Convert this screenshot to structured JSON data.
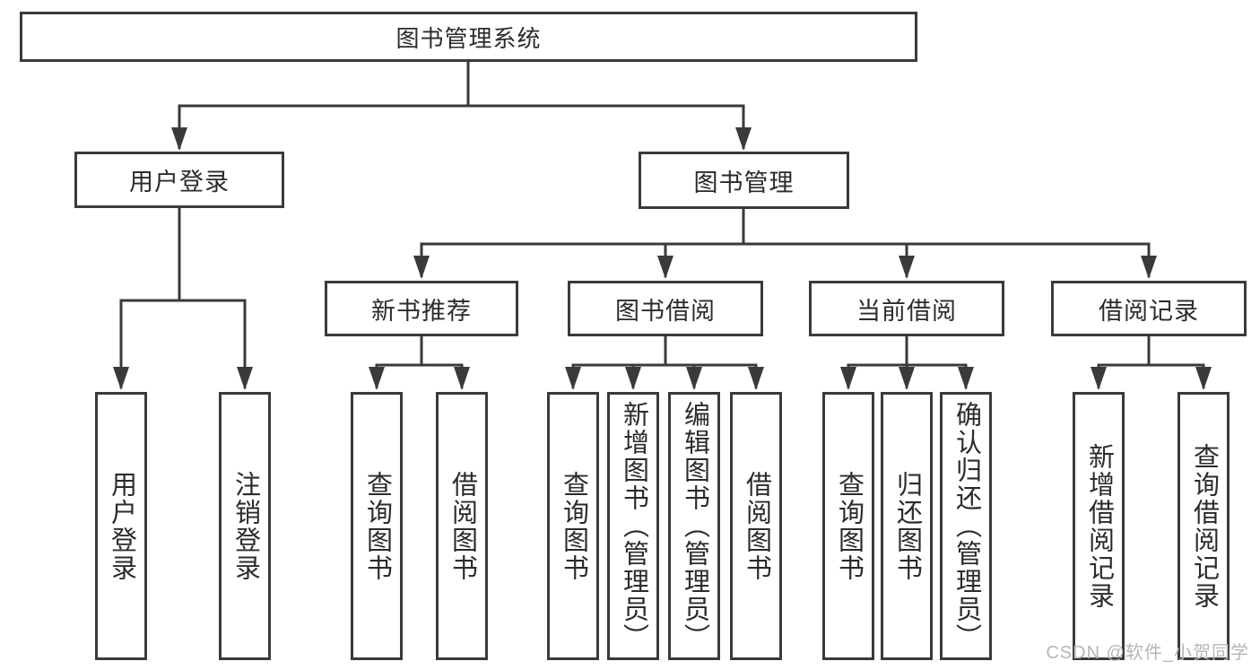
{
  "diagram": {
    "title": "图书管理系统",
    "root": {
      "label": "图书管理系统"
    },
    "level2": [
      {
        "id": "user-login",
        "label": "用户登录"
      },
      {
        "id": "book-management",
        "label": "图书管理"
      }
    ],
    "level3": [
      {
        "id": "new-book-recommend",
        "parent": "图书管理",
        "label": "新书推荐"
      },
      {
        "id": "book-borrowing",
        "parent": "图书管理",
        "label": "图书借阅"
      },
      {
        "id": "current-borrowing",
        "parent": "图书管理",
        "label": "当前借阅"
      },
      {
        "id": "borrowing-records",
        "parent": "图书管理",
        "label": "借阅记录"
      }
    ],
    "leaves": [
      {
        "parent": "用户登录",
        "label": "用户登录"
      },
      {
        "parent": "用户登录",
        "label": "注销登录"
      },
      {
        "parent": "新书推荐",
        "label": "查询图书"
      },
      {
        "parent": "新书推荐",
        "label": "借阅图书"
      },
      {
        "parent": "图书借阅",
        "label": "查询图书"
      },
      {
        "parent": "图书借阅",
        "label": "新增图书（管理员）"
      },
      {
        "parent": "图书借阅",
        "label": "编辑图书（管理员）"
      },
      {
        "parent": "图书借阅",
        "label": "借阅图书"
      },
      {
        "parent": "当前借阅",
        "label": "查询图书"
      },
      {
        "parent": "当前借阅",
        "label": "归还图书"
      },
      {
        "parent": "当前借阅",
        "label": "确认归还（管理员）"
      },
      {
        "parent": "借阅记录",
        "label": "新增借阅记录"
      },
      {
        "parent": "借阅记录",
        "label": "查询借阅记录"
      }
    ]
  },
  "watermark": {
    "text": "CSDN @软件_小贺同学"
  },
  "colors": {
    "line": "#3a3a3a",
    "box_border": "#3a3a3a",
    "text": "#2b2b2b",
    "watermark": "#b7b7b7",
    "background": "#ffffff"
  }
}
